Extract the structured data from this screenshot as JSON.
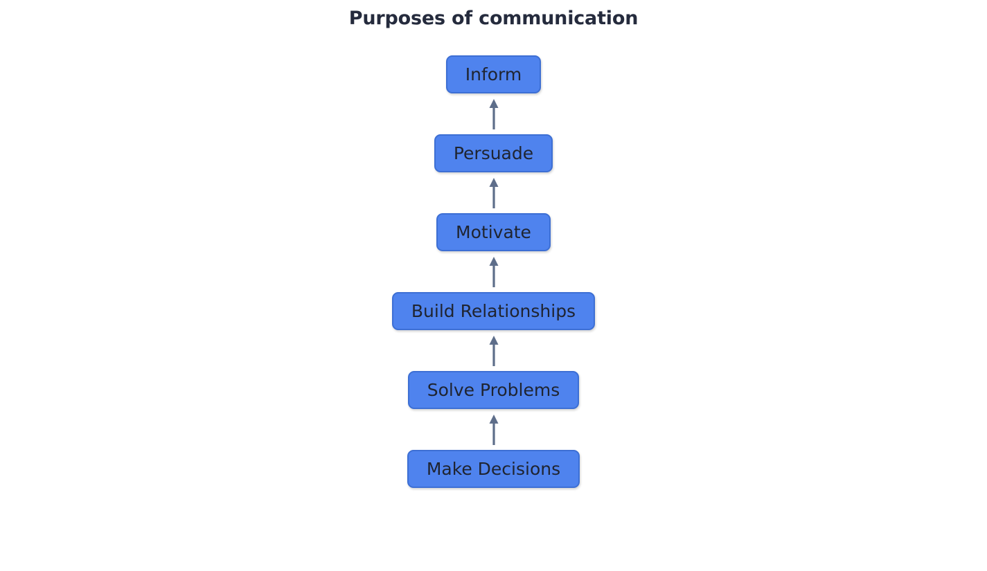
{
  "chart_data": {
    "type": "diagram",
    "diagram_kind": "vertical-flowchart",
    "title": "Purposes of communication",
    "direction": "bottom-to-top",
    "node_count": 6,
    "edge_count": 5,
    "nodes": [
      {
        "id": "inform",
        "label": "Inform"
      },
      {
        "id": "persuade",
        "label": "Persuade"
      },
      {
        "id": "motivate",
        "label": "Motivate"
      },
      {
        "id": "build-relationships",
        "label": "Build Relationships"
      },
      {
        "id": "solve-problems",
        "label": "Solve Problems"
      },
      {
        "id": "make-decisions",
        "label": "Make Decisions"
      }
    ],
    "edges": [
      {
        "from": "persuade",
        "to": "inform",
        "arrow": "up"
      },
      {
        "from": "motivate",
        "to": "persuade",
        "arrow": "up"
      },
      {
        "from": "build-relationships",
        "to": "motivate",
        "arrow": "up"
      },
      {
        "from": "solve-problems",
        "to": "build-relationships",
        "arrow": "up"
      },
      {
        "from": "make-decisions",
        "to": "solve-problems",
        "arrow": "up"
      }
    ],
    "colors": {
      "background": "#ffffff",
      "title_text": "#252b3d",
      "node_fill": "#4f83ee",
      "node_border": "#3d6fd4",
      "node_text": "#1f2430",
      "arrow": "#5e6e8a"
    }
  },
  "title": {
    "text": "Purposes of communication"
  },
  "flow": {
    "nodes": [
      {
        "label": "Inform"
      },
      {
        "label": "Persuade"
      },
      {
        "label": "Motivate"
      },
      {
        "label": "Build Relationships"
      },
      {
        "label": "Solve Problems"
      },
      {
        "label": "Make Decisions"
      }
    ]
  }
}
